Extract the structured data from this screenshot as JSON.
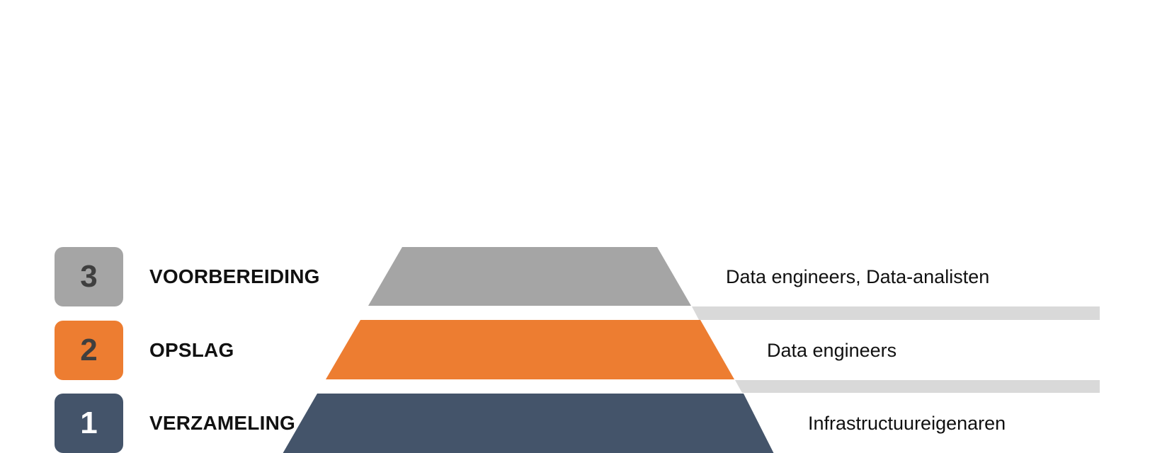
{
  "diagram": {
    "type": "pyramid",
    "colors": {
      "tier3": "#a5a5a5",
      "tier2": "#ed7d31",
      "tier1": "#44546a",
      "separator": "#d9d9d9",
      "text": "#111111"
    },
    "tiers": [
      {
        "number": "3",
        "label": "VOORBEREIDING",
        "roles": "Data engineers, Data-analisten",
        "color": "#a5a5a5"
      },
      {
        "number": "2",
        "label": "OPSLAG",
        "roles": "Data engineers",
        "color": "#ed7d31"
      },
      {
        "number": "1",
        "label": "VERZAMELING",
        "roles": "Infrastructuureigenaren",
        "color": "#44546a"
      }
    ]
  }
}
